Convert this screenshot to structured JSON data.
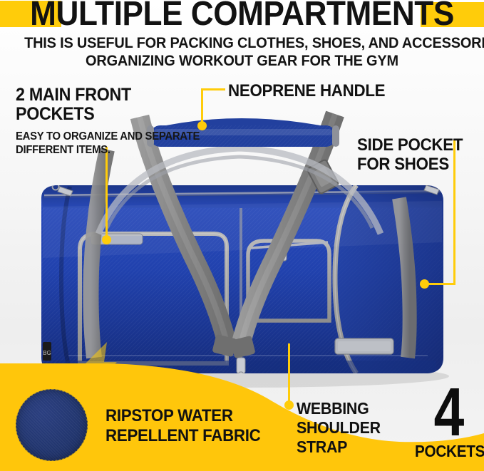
{
  "header": {
    "title": "MULTIPLE COMPARTMENTS",
    "subtitle_line1": "THIS IS USEFUL FOR PACKING CLOTHES, SHOES, AND ACCESSORIES FOR TRAVEL OR",
    "subtitle_line2": "ORGANIZING WORKOUT GEAR FOR THE GYM",
    "accent_color": "#FFCC0A"
  },
  "annotations": {
    "front_pockets": {
      "title_line1": "2 MAIN FRONT",
      "title_line2": "POCKETS",
      "sub_line1": "EASY TO ORGANIZE AND SEPARATE",
      "sub_line2": "DIFFERENT ITEMS."
    },
    "neoprene_handle": {
      "label": "NEOPRENE HANDLE"
    },
    "side_pocket": {
      "line1": "SIDE POCKET",
      "line2": "FOR SHOES"
    },
    "ripstop": {
      "line1": "RIPSTOP WATER",
      "line2": "REPELLENT FABRIC"
    },
    "webbing_strap": {
      "line1": "WEBBING",
      "line2": "SHOULDER",
      "line3": "STRAP"
    }
  },
  "pockets_badge": {
    "count": "4",
    "label": "POCKETS"
  },
  "colors": {
    "accent_yellow": "#FFCC0A",
    "bag_blue": "#1F3FA6",
    "bag_blue_dark": "#16307F",
    "swatch_navy": "#22366F",
    "strap_grey": "#8C8C8C",
    "text_black": "#111111"
  }
}
